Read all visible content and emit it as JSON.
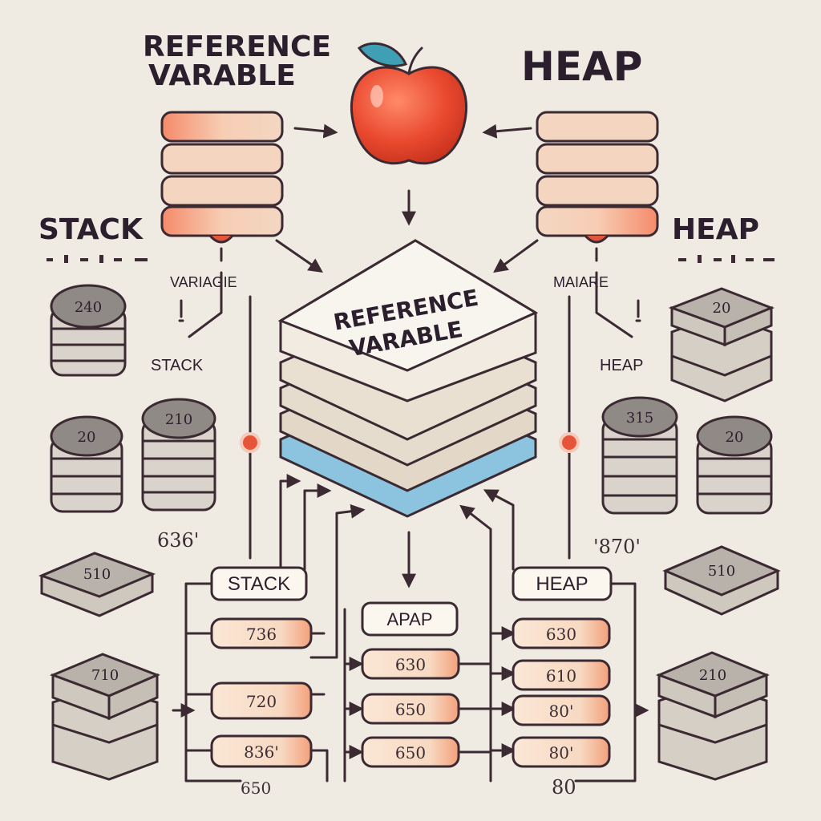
{
  "titles": {
    "top_left_line1": "REFERENCE",
    "top_left_line2": "VARABLE",
    "top_right": "HEAP",
    "stack_left": "STACK",
    "heap_right": "HEAP",
    "center_line1": "REFERENCE",
    "center_line2": "VARABLE"
  },
  "labels": {
    "variable_left": "VARIAGIE",
    "variable_right": "MAIARE",
    "stack_small": "STACK",
    "heap_small": "HEAP",
    "value_left": "636'",
    "value_right": "'870'",
    "bottom_left": "650",
    "bottom_right": "80"
  },
  "coins": {
    "left_top": "240",
    "left_mid_a": "20",
    "left_mid_b": "210",
    "left_tile": "510",
    "left_bottom": "710",
    "right_top": "20",
    "right_mid_a": "315",
    "right_mid_b": "20",
    "right_tile": "510",
    "right_bottom": "210"
  },
  "boxes": {
    "stack": "STACK",
    "heap": "HEAP",
    "apap": "APAP"
  },
  "stack_column": [
    "736",
    "720",
    "836'"
  ],
  "center_column": [
    "630",
    "650",
    "650"
  ],
  "heap_column": [
    "630",
    "610",
    "80'"
  ],
  "colors": {
    "background": "#efebe3",
    "apple": "#e8452c",
    "leaf": "#3f9fb5",
    "peach": "#f2a27c",
    "accent_red": "#e6553a",
    "blue_layer": "#8cc3de"
  }
}
